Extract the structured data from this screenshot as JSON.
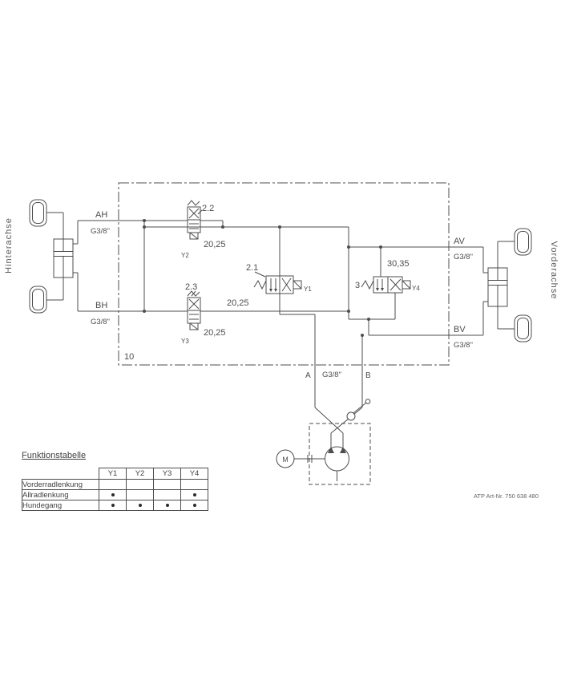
{
  "drawing": {
    "enclosure_label": "10",
    "left_axle_label": "Hinterachse",
    "right_axle_label": "Vorderachse",
    "art_nr": "ATP Art-Nr. 750 638 480",
    "motor_label": "M",
    "ports": {
      "ah": "AH",
      "ah_size": "G3/8\"",
      "bh": "BH",
      "bh_size": "G3/8\"",
      "av": "AV",
      "av_size": "G3/8\"",
      "bv": "BV",
      "bv_size": "G3/8\"",
      "a": "A",
      "ab_size": "G3/8\"",
      "b": "B"
    },
    "valves": {
      "v21_id": "2.1",
      "v21_coil": "Y1",
      "v21_note": "20,25",
      "v22_id": "2.2",
      "v22_coil": "Y2",
      "v22_note": "20,25",
      "v23_id": "2.3",
      "v23_coil": "Y3",
      "v23_note": "20,25",
      "v3_id": "3",
      "v3_coil": "Y4",
      "v3_note": "30,35"
    }
  },
  "table": {
    "title": "Funktionstabelle",
    "columns": [
      "Y1",
      "Y2",
      "Y3",
      "Y4"
    ],
    "rows": [
      {
        "label": "Vorderradlenkung",
        "marks": [
          false,
          false,
          false,
          false
        ]
      },
      {
        "label": "Allradlenkung",
        "marks": [
          true,
          false,
          false,
          true
        ]
      },
      {
        "label": "Hundegang",
        "marks": [
          true,
          true,
          true,
          true
        ]
      }
    ]
  }
}
